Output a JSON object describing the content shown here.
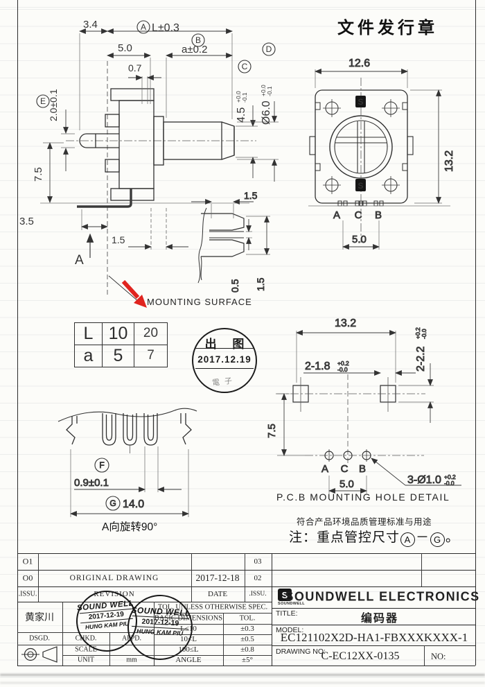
{
  "sheet": {
    "issue_stamp_title": "文件发行章",
    "mounting_surface_label": "MOUNTING SURFACE",
    "rotate_caption": "A向旋转90°"
  },
  "side_view": {
    "d34": "3.4",
    "dA_letter": "A",
    "dA_text": "L±0.3",
    "d50": "5.0",
    "dB_letter": "B",
    "dB_text": "a±0.2",
    "d07": "0.7",
    "dE_letter": "E",
    "dE_text": "2.0±0.1",
    "dC_letter": "C",
    "dC_text": "4.5",
    "dC_up": "+0.0",
    "dC_dn": "-0.1",
    "dD_letter": "D",
    "dD_text": "Ø6.0",
    "dD_up": "+0.0",
    "dD_dn": "-0.1",
    "d75": "7.5",
    "d35": "3.5",
    "d15_left": "1.5",
    "section_label": "A",
    "d15_top": "1.5",
    "d05": "0.5",
    "d15_side": "1.5"
  },
  "front_view": {
    "d_width": "12.6",
    "d_height": "13.2",
    "d_pitch": "5.0",
    "pins": [
      "A",
      "C",
      "B"
    ]
  },
  "lg_table": {
    "rows": [
      [
        "L",
        "10",
        "20"
      ],
      [
        "a",
        "5",
        "7"
      ]
    ]
  },
  "release_stamp": {
    "title": "出 图",
    "date": "2017.12.19",
    "arc_text": "電子"
  },
  "pcb_detail": {
    "d_width": "13.2",
    "d_slot": "2-1.8",
    "d_slot_up": "+0.2",
    "d_slot_dn": "-0.0",
    "d_slot_v": "2-2.2",
    "d_slot_v_up": "+0.2",
    "d_slot_v_dn": "-0.0",
    "d_height": "7.5",
    "d_pitch": "5.0",
    "d_holes": "3-Ø1.0",
    "d_holes_up": "+0.2",
    "d_holes_dn": "-0.0",
    "pins": [
      "A",
      "C",
      "B"
    ],
    "caption": "P.C.B  MOUNTING  HOLE  DETAIL",
    "note1": "符合产品环境品质管理标准与用途",
    "note2_prefix": "注：重点管控尺寸",
    "note2_a": "A",
    "note2_dash": "－",
    "note2_g": "G",
    "note2_suffix": "。"
  },
  "terminal_view": {
    "dF_letter": "F",
    "dF_text": "0.9±0.1",
    "dG_letter": "G",
    "dG_text": "14.0"
  },
  "title_block": {
    "revisions": [
      {
        "mark": "O1",
        "desc": "",
        "date": "",
        "issu": "03"
      },
      {
        "mark": "O0",
        "desc": "ORIGINAL  DRAWING",
        "date": "2017-12-18",
        "issu": "02"
      }
    ],
    "rev_header": {
      "mark": ".ISSU.",
      "desc": "REVISION",
      "date": "DATE",
      "issu": ".ISSU."
    },
    "designer": "黄家川",
    "stamp": {
      "company": "SOUND WELL",
      "date": "2017-12-19",
      "name": "HUNG KAM PIU"
    },
    "roles": {
      "dsgd": "DSGD.",
      "chkd": "CHKD.",
      "appd": "APPD.",
      "scale": "SCALE",
      "unit": "UNIT",
      "unit_value": "mm"
    },
    "tolerance": {
      "header": "TOL. UNLESS OTHERWISE  SPEC.",
      "col1": "BASIC DIMENSIONS",
      "col2": "TOL.",
      "rows": [
        [
          "L≤10",
          "±0.3"
        ],
        [
          "10<L",
          "±0.5"
        ],
        [
          "100≤L",
          "±0.8"
        ],
        [
          "ANGLE",
          "±5°"
        ]
      ]
    },
    "company": {
      "logo_text": "SOUNDWELL",
      "name": "SOUNDWELL  ELECTRONICS"
    },
    "title_label": "TITLE:",
    "title_value": "编码器",
    "model_label": "MODEL:",
    "model_value": "EC121102X2D-HA1-FBXXXKXXX-1",
    "drawing_label": "DRAWING NO:",
    "drawing_value": "C-EC12XX-0135",
    "no_label": "NO:"
  }
}
